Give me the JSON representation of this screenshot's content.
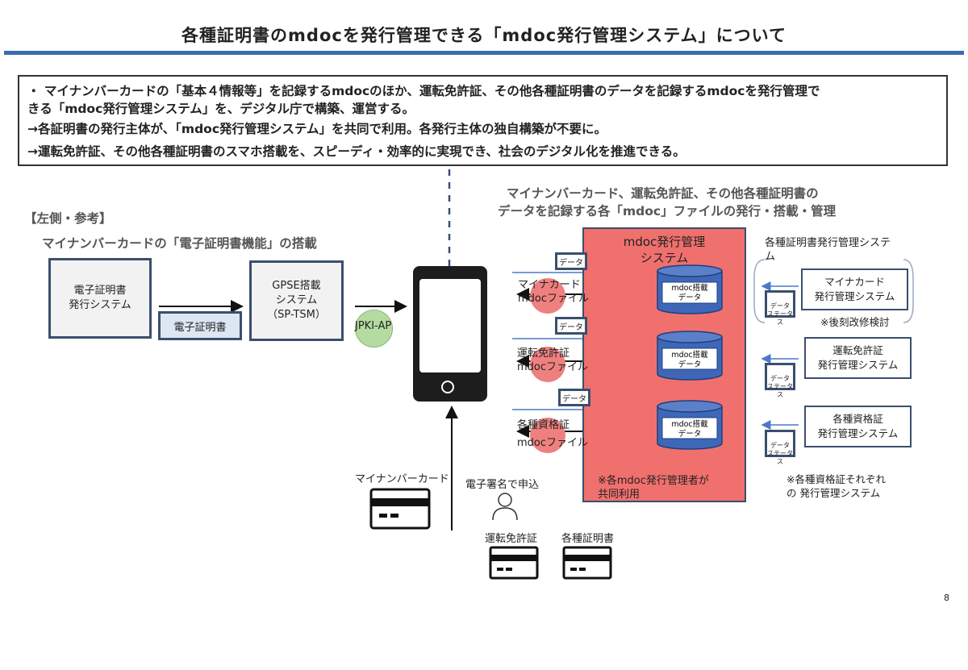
{
  "title": "各種証明書のmdocを発行管理できる「mdoc発行管理システム」について",
  "summary": {
    "line1": "・ マイナンバーカードの「基本４情報等」を記録するmdocのほか、運転免許証、その他各種証明書のデータを記録するmdocを発行管理で",
    "line2": "きる「mdoc発行管理システム」を、デジタル庁で構築、運営する。",
    "line3": "→各証明書の発行主体が、「mdoc発行管理システム」を共同で利用。各発行主体の独自構築が不要に。",
    "line4": "→運転免許証、その他各種証明書のスマホ搭載を、スピーディ・効率的に実現でき、社会のデジタル化を推進できる。"
  },
  "left": {
    "ref_label": "【左側・参考】",
    "heading": "マイナンバーカードの「電子証明書機能」の搭載",
    "issuing_system_line1": "電子証明書",
    "issuing_system_line2": "発行システム",
    "gpse_line1": "GPSE搭載",
    "gpse_line2": "システム",
    "gpse_line3": "（SP-TSM）",
    "cert_label": "電子証明書",
    "jpki": "JPKI-AP"
  },
  "right": {
    "heading_line1": "マイナンバーカード、運転免許証、その他各種証明書の",
    "heading_line2": "データを記録する各「mdoc」ファイルの発行・搭載・管理",
    "system_title_line1": "mdoc発行管理",
    "system_title_line2": "システム",
    "data_tag": "データ",
    "cylinder_line1": "mdoc搭載",
    "cylinder_line2": "データ",
    "file1_line1": "マイナカード",
    "file1_line2": "mdocファイル",
    "file2_line1": "運転免許証",
    "file2_line2": "mdocファイル",
    "file3_line1": "各種資格証",
    "file3_line2": "mdocファイル",
    "shared_note_line1": "※各mdoc発行管理者が",
    "shared_note_line2": "共同利用",
    "mgmt_heading_line1": "各種証明書発行管理システ",
    "mgmt_heading_line2": "ム",
    "status_line1": "データ",
    "status_line2": "ステータス",
    "mynacard_line1": "マイナカード",
    "mynacard_line2": "発行管理システム",
    "mynacard_note": "※後刻改修検討",
    "license_line1": "運転免許証",
    "license_line2": "発行管理システム",
    "qual_line1": "各種資格証",
    "qual_line2": "発行管理システム",
    "qual_note_line1": "※各種資格証それぞれ",
    "qual_note_line2": "の 発行管理システム"
  },
  "bottom": {
    "mynumber_card": "マイナンバーカード",
    "apply": "電子署名で申込",
    "license": "運転免許証",
    "certs": "各種証明書"
  },
  "page_number": "8",
  "colors": {
    "accent_blue": "#3a6bb0",
    "box_border": "#3a4f6e",
    "system_red": "#f0706d",
    "cylinder_blue": "#3f67b8",
    "circle_red": "#f08080",
    "circle_green": "#b5dca0"
  }
}
